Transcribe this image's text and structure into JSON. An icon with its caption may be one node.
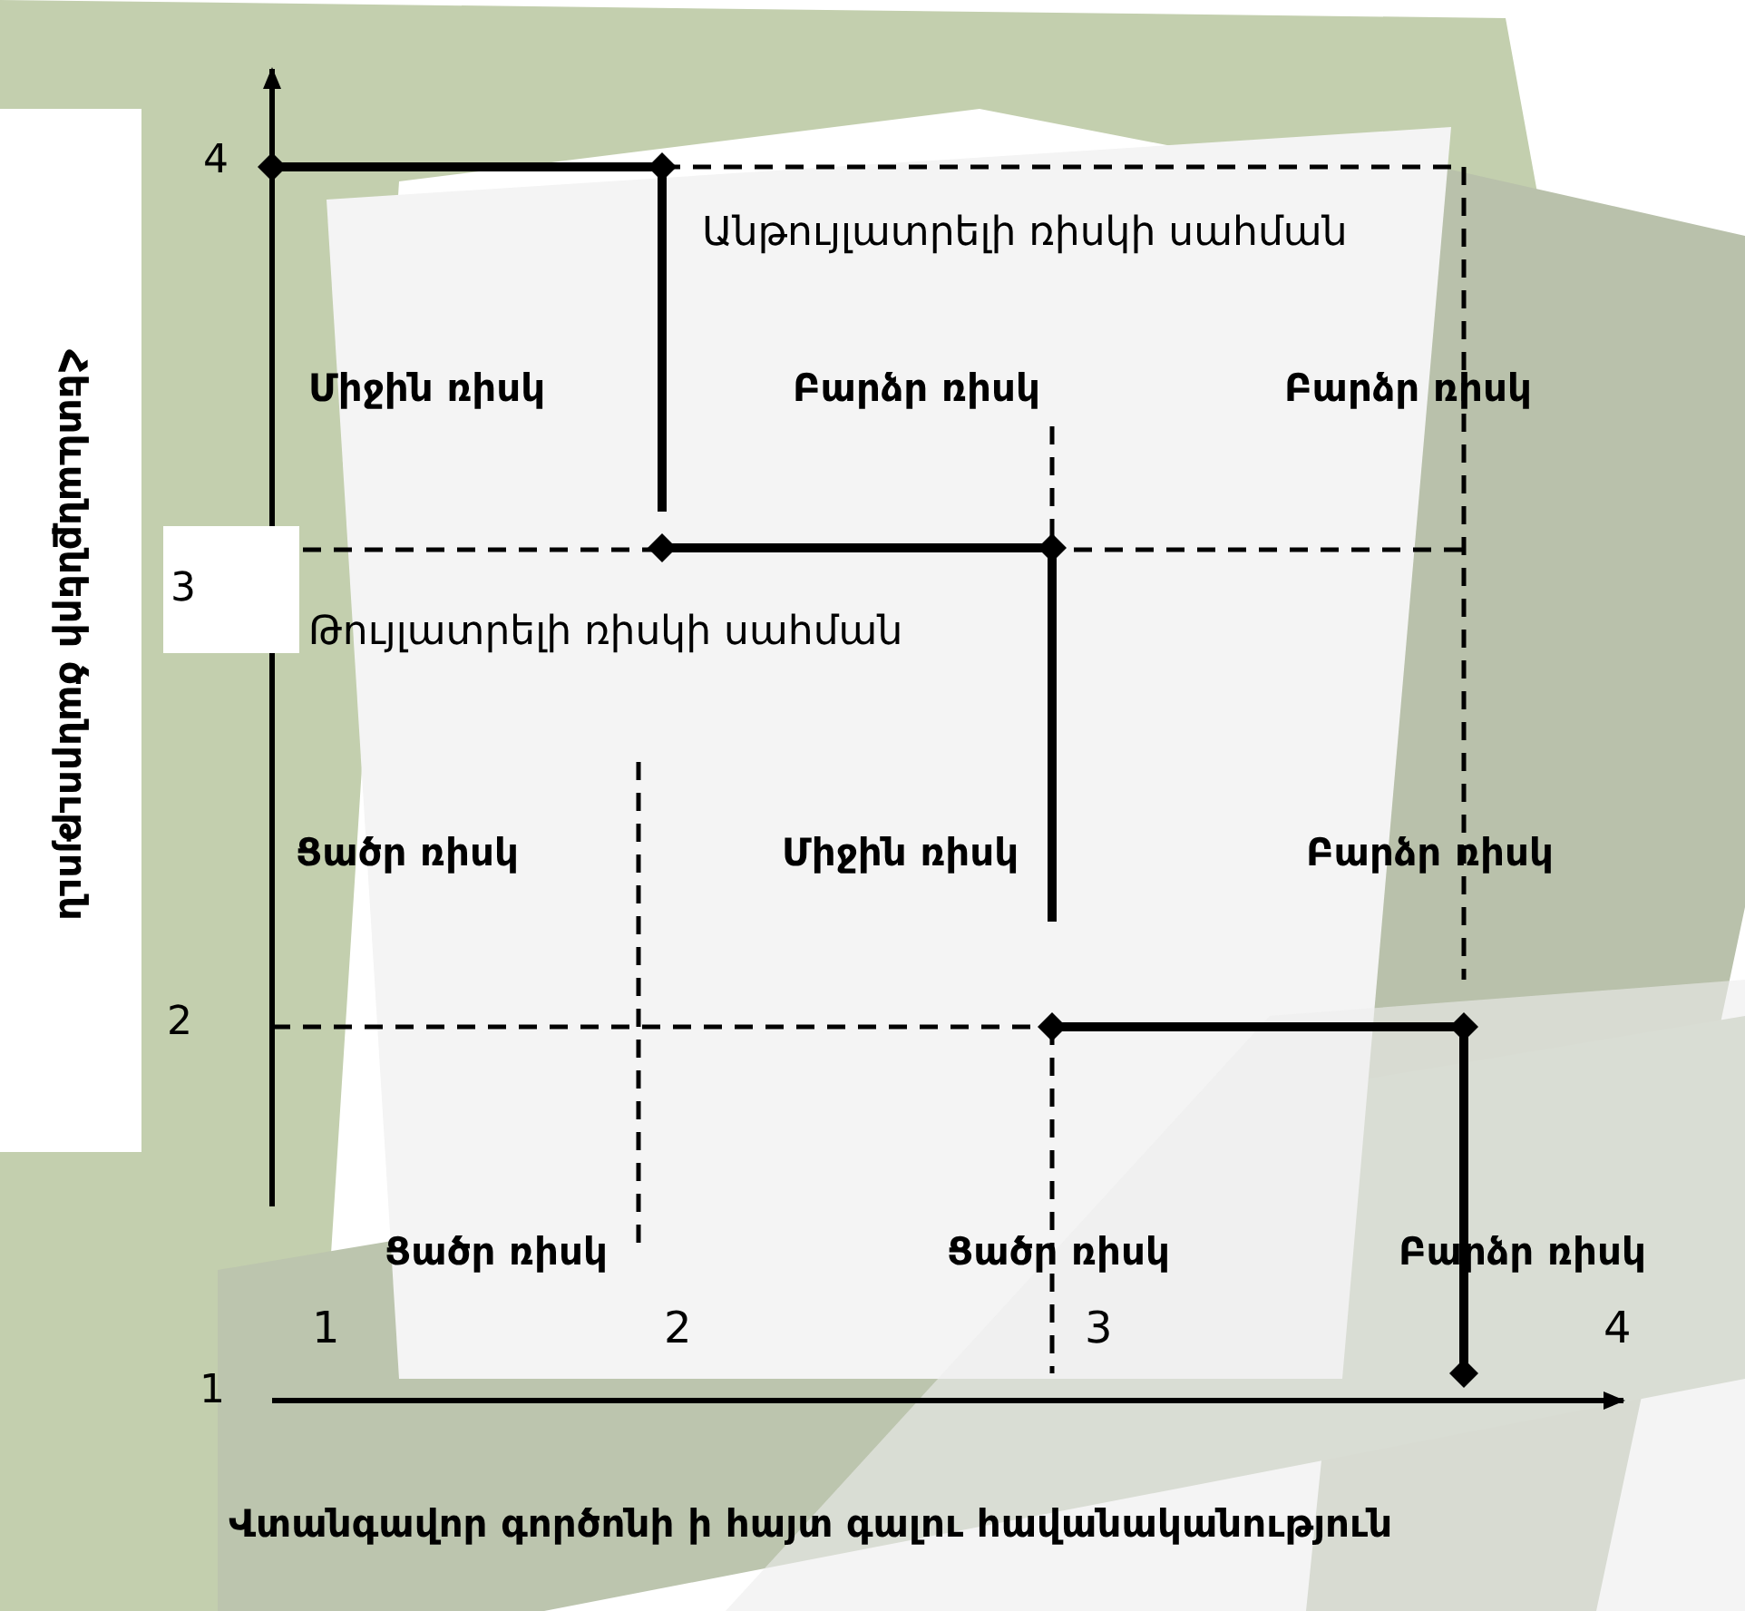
{
  "diagram": {
    "labels": [
      "4",
      "Անթույլատրելի ռիսկի սահման",
      "Միջին ռիսկ",
      "Բարձր ռիսկ",
      "Բարձր ռիսկ",
      "3",
      "Թույլատրելի ռիսկի սահման",
      "Ցածր ռիսկ",
      "Միջին ռիսկ",
      "Բարձր ռիսկ",
      "2",
      "Ցածր ռիսկ",
      "Ցածր ռիսկ",
      "Բարձր ռիսկ",
      "1",
      "1",
      "2",
      "3",
      "4",
      "Վտանգավոր գործոնի ի հայտ գալու հավանականություն",
      "Հետևանքների ծանրություն"
    ]
  }
}
